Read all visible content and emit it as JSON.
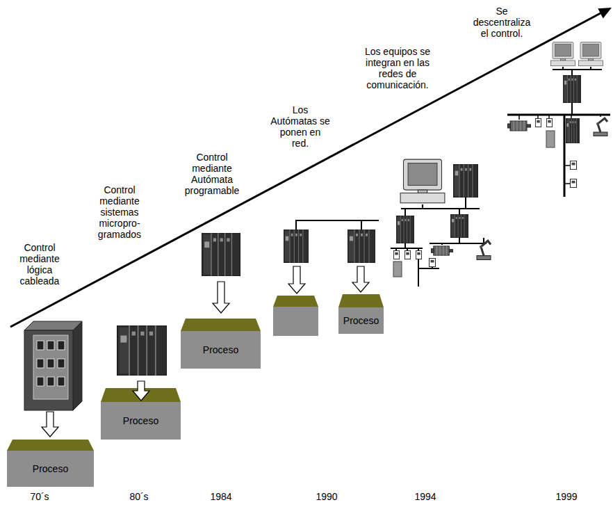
{
  "diagram": {
    "nodes": [
      {
        "text": [
          "Proceso"
        ]
      },
      {
        "text": [
          "Proceso"
        ]
      },
      {
        "text": [
          "Proceso"
        ]
      },
      {
        "text": [
          "Proceso"
        ]
      }
    ],
    "labels": [
      "Control mediante lógica cableada",
      "Control mediante sistemas micropro- gramados",
      "Control mediante Autómata programable",
      "Los Autómatas se ponen en red.",
      "Los equipos se integran en las redes de comunicación.",
      "Se descentraliza el control.",
      "70´s",
      "80´s",
      "1984",
      "1990",
      "1994",
      "1999"
    ]
  }
}
